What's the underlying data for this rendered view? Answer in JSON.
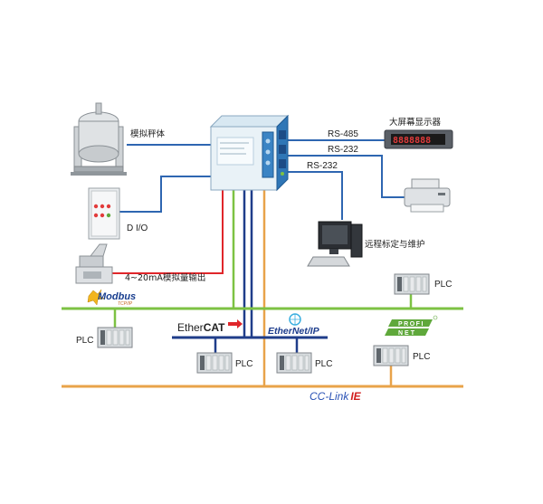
{
  "labels": {
    "scale": "模拟秤体",
    "dio": "D I/O",
    "analog_out": "4~20mA模拟量输出",
    "rs485": "RS-485",
    "rs232_a": "RS-232",
    "rs232_b": "RS-232",
    "big_display": "大屏幕显示器",
    "display_value": "8888888",
    "remote": "远程标定与维护",
    "plc": "PLC"
  },
  "logos": {
    "modbus": "Modbus",
    "modbus_sub": "TCP/IP",
    "ethercat_a": "Ether",
    "ethercat_b": "CAT",
    "ethernetip": "EtherNet/IP",
    "cclink_a": "CC-Link",
    "cclink_b": "IE",
    "profi": "PROFI",
    "net": "NET"
  },
  "colors": {
    "green_bus": "#7dc243",
    "orange_bus": "#e8a34a",
    "blue_line": "#2e66b1",
    "red_line": "#e0262a",
    "navy_bus": "#1f3d8a"
  }
}
